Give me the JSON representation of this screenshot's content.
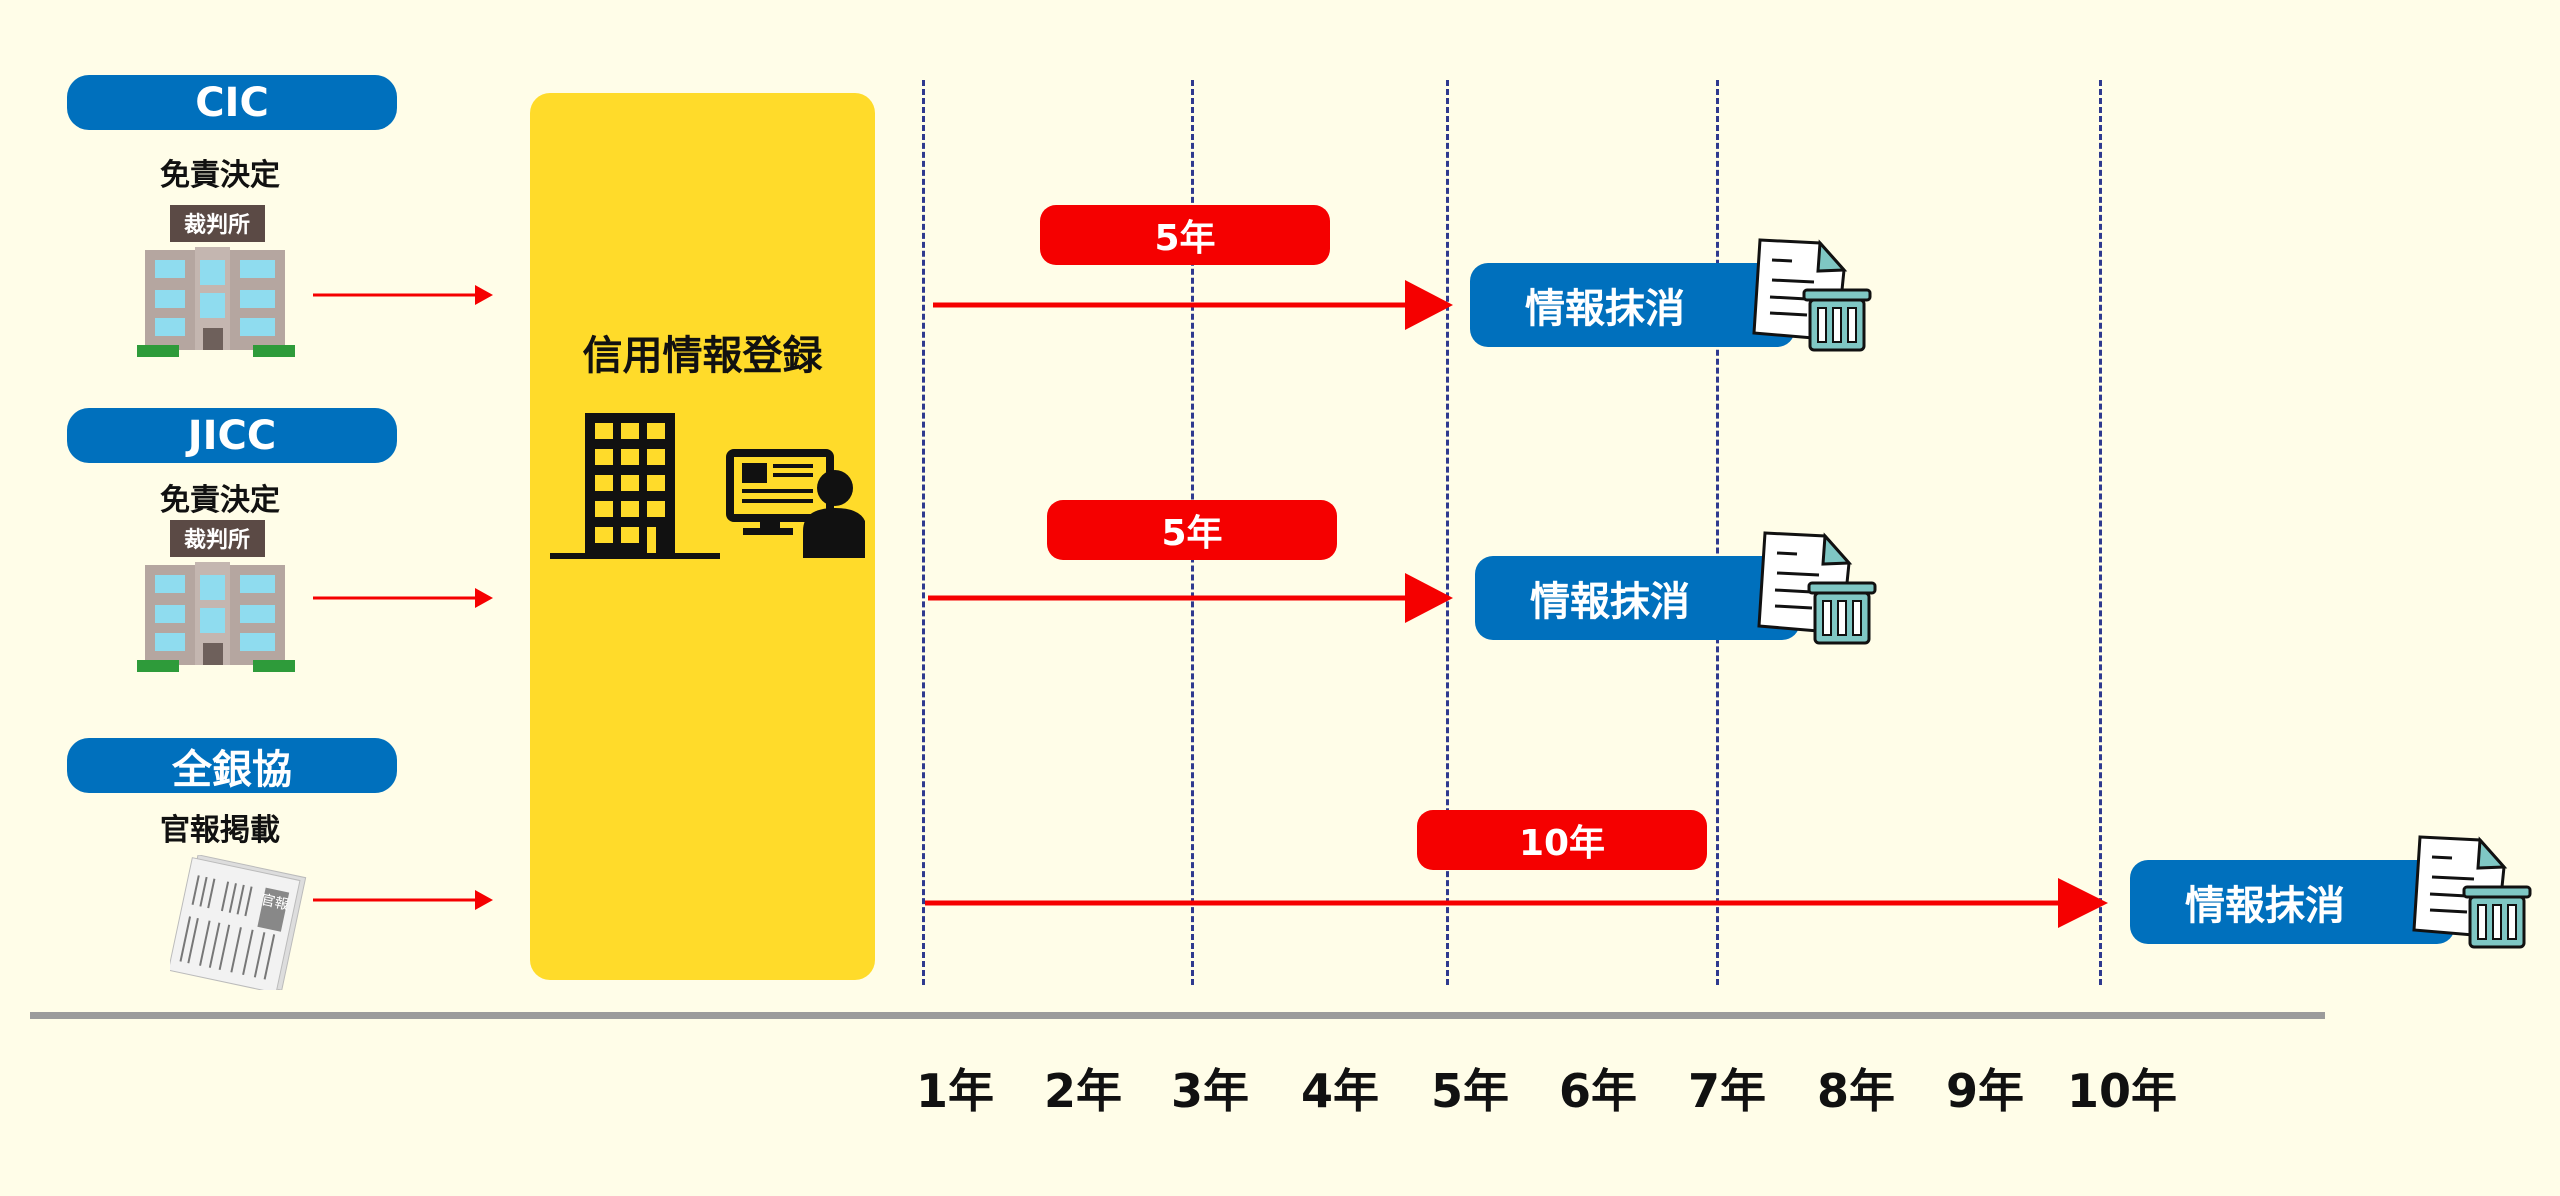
{
  "colors": {
    "background": "#fffde8",
    "agency_blue": "#0070bd",
    "register_yellow": "#ffdb2a",
    "arrow_red": "#f50000",
    "dashed_line": "#2f3a8f",
    "baseline": "#9b9b9b"
  },
  "rows": [
    {
      "agency": "CIC",
      "event": "免責決定",
      "icon": "courthouse-icon",
      "icon_sign": "裁判所",
      "period": "5年",
      "erase_label": "情報抹消",
      "end_year": 5
    },
    {
      "agency": "JICC",
      "event": "免責決定",
      "icon": "courthouse-icon",
      "icon_sign": "裁判所",
      "period": "5年",
      "erase_label": "情報抹消",
      "end_year": 5
    },
    {
      "agency": "全銀協",
      "event": "官報掲載",
      "icon": "official-gazette-icon",
      "icon_sign": "官報",
      "period": "10年",
      "erase_label": "情報抹消",
      "end_year": 10
    }
  ],
  "register": {
    "title": "信用情報登録",
    "icons": [
      "office-building-icon",
      "computer-user-icon"
    ]
  },
  "timeline": {
    "years": [
      "1年",
      "2年",
      "3年",
      "4年",
      "5年",
      "6年",
      "7年",
      "8年",
      "9年",
      "10年"
    ]
  }
}
